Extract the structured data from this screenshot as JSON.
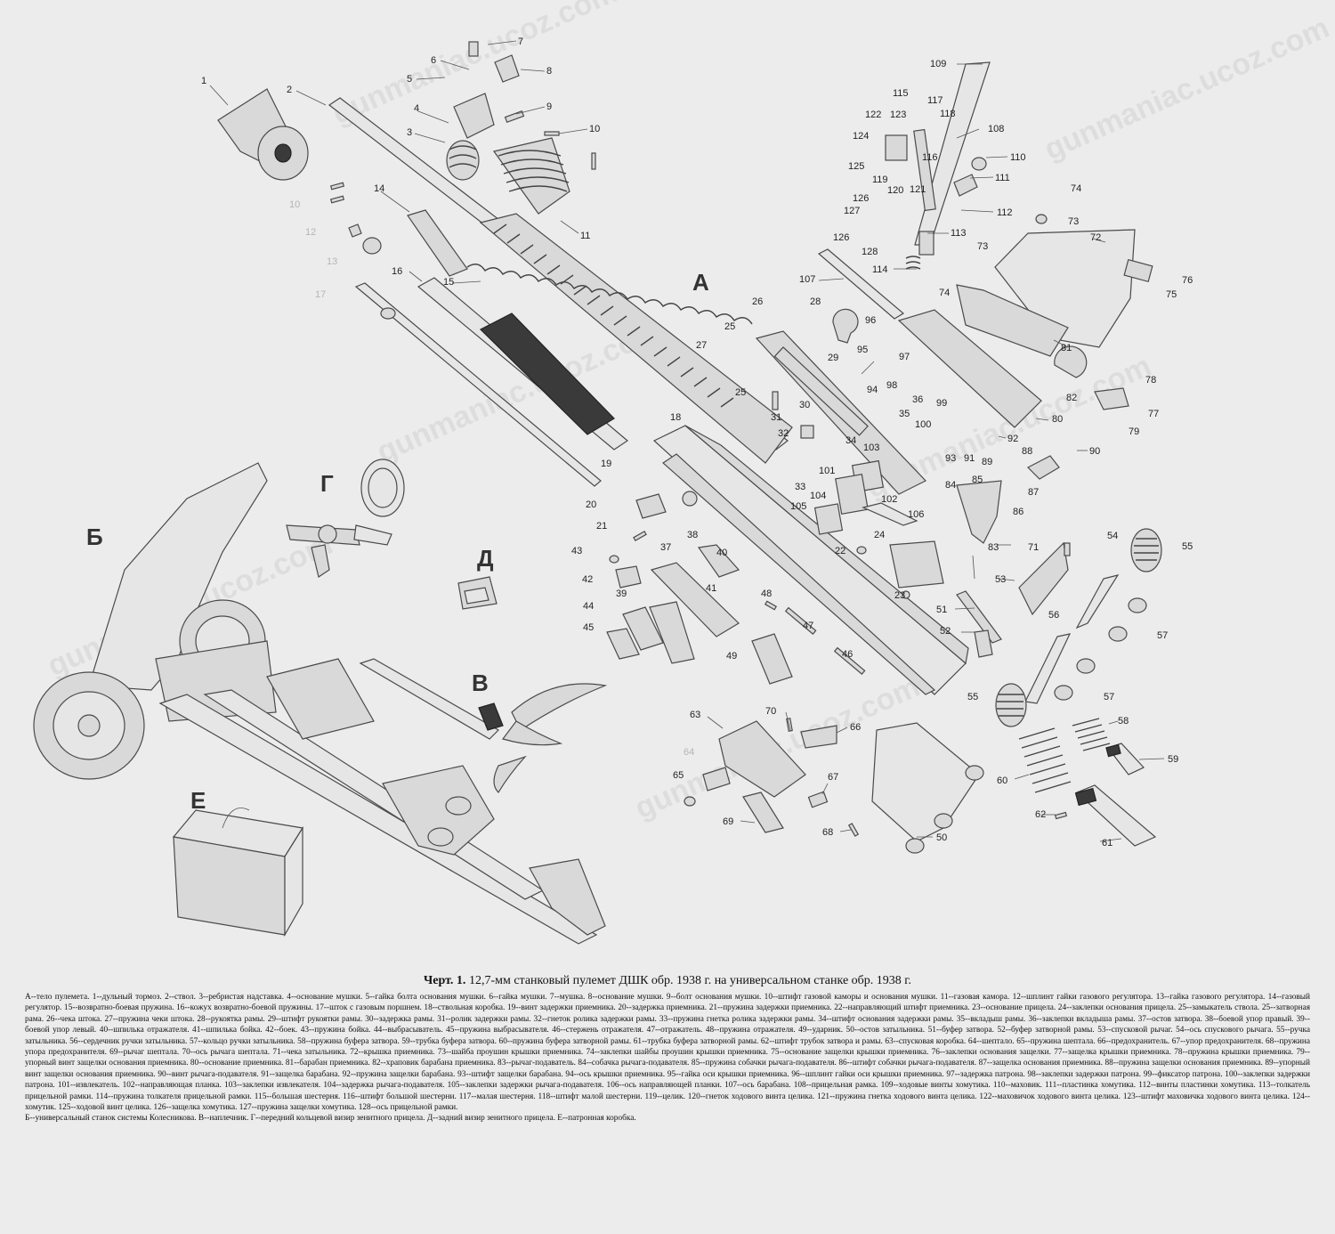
{
  "title": {
    "prefix": "Черт. 1.",
    "text": "12,7-мм станковый пулемет ДШК обр. 1938 г. на универсальном станке обр. 1938 г."
  },
  "group_letters": [
    "А",
    "Б",
    "В",
    "Г",
    "Д",
    "Е"
  ],
  "part_numbers": [
    "1",
    "2",
    "3",
    "4",
    "5",
    "6",
    "7",
    "8",
    "9",
    "10",
    "11",
    "12",
    "13",
    "14",
    "15",
    "16",
    "17",
    "18",
    "19",
    "20",
    "21",
    "22",
    "23",
    "24",
    "25",
    "26",
    "27",
    "28",
    "29",
    "30",
    "31",
    "32",
    "33",
    "34",
    "35",
    "36",
    "37",
    "38",
    "39",
    "40",
    "41",
    "42",
    "43",
    "44",
    "45",
    "46",
    "47",
    "48",
    "49",
    "50",
    "51",
    "52",
    "53",
    "54",
    "55",
    "56",
    "57",
    "58",
    "59",
    "60",
    "61",
    "62",
    "63",
    "64",
    "65",
    "66",
    "67",
    "68",
    "69",
    "70",
    "71",
    "72",
    "73",
    "74",
    "75",
    "76",
    "77",
    "78",
    "79",
    "80",
    "81",
    "82",
    "83",
    "84",
    "85",
    "86",
    "87",
    "88",
    "89",
    "90",
    "91",
    "92",
    "93",
    "94",
    "95",
    "96",
    "97",
    "98",
    "99",
    "100",
    "101",
    "102",
    "103",
    "104",
    "105",
    "106",
    "107",
    "108",
    "109",
    "110",
    "111",
    "112",
    "113",
    "114",
    "115",
    "116",
    "117",
    "118",
    "119",
    "120",
    "121",
    "122",
    "123",
    "124",
    "125",
    "126",
    "127",
    "128"
  ],
  "legend": [
    "А--тело пулемета. 1--дульный тормоз. 2--ствол. 3--ребристая надставка. 4--основание мушки. 5--гайка болта основания мушки. 6--гайка мушки. 7--мушка. 8--основание мушки. 9--болт основания мушки. 10--штифт газовой каморы и основания мушки. 11--газовая камора. 12--шплинт гайки газового регулятора. 13--гайка газового регулятора. 14--газовый регулятор. 15--возвратно-боевая пружина. 16--кожух возвратно-боевой пружины. 17--шток с газовым поршнем. 18--ствольная коробка. 19--винт задержки приемника. 20--задержка приемника. 21--пружина задержки приемника. 22--направляющий штифт приемника. 23--основание прицела. 24--заклепки основания прицела. 25--замыкатель ствола. 25--затворная рама. 26--чека штока. 27--пружина чеки штока. 28--рукоятка рамы. 29--штифт рукоятки рамы. 30--задержка рамы. 31--ролик задержки рамы. 32--гнеток ролика задержки рамы. 33--пружина гнетка ролика задержки рамы. 34--штифт основания задержки рамы. 35--вкладыш рамы. 36--заклепки вкладыша рамы. 37--остов затвора. 38--боевой упор правый. 39--боевой упор левый. 40--шпилька отражателя. 41--шпилька бойка. 42--боек. 43--пружина бойка. 44--выбрасыватель. 45--пружина выбрасывателя. 46--стержень отражателя. 47--отражатель. 48--пружина отражателя. 49--ударник. 50--остов затыльника. 51--буфер затвора. 52--буфер затворной рамы. 53--спусковой рычаг. 54--ось спускового рычага. 55--ручка затыльника. 56--сердечник ручки затыльника. 57--кольцо ручки затыльника. 58--пружина буфера затвора. 59--трубка буфера затвора. 60--пружина буфера затворной рамы. 61--трубка буфера затворной рамы. 62--штифт трубок затвора и рамы. 63--спусковая коробка. 64--шептало. 65--пружина шептала. 66--предохранитель. 67--упор предохранителя. 68--пружина упора предохранителя. 69--рычаг шептала. 70--ось рычага шептала. 71--чека затыльника. 72--крышка приемника. 73--шайба проушин крышки приемника. 74--заклепки шайбы проушин крышки приемника. 75--основание защелки крышки приемника. 76--заклепки основания защелки. 77--защелка крышки приемника. 78--пружина крышки приемника. 79--упорный винт защелки основания приемника. 80--основание приемника. 81--барабан приемника. 82--храповик барабана приемника. 83--рычаг-подаватель. 84--собачка рычага-подавателя. 85--пружина собачки рычага-подавателя. 86--штифт собачки рычага-подавателя. 87--защелка основания приемника. 88--пружина защелки основания приемника. 89--упорный винт защелки основания приемника. 90--винт рычага-подавателя. 91--защелка барабана. 92--пружина защелки барабана. 93--штифт защелки барабана. 94--ось крышки приемника. 95--гайка оси крышки приемника. 96--шплинт гайки оси крышки приемника. 97--задержка патрона. 98--заклепки задержки патрона. 99--фиксатор патрона. 100--заклепки задержки патрона. 101--извлекатель. 102--направляющая планка. 103--заклепки извлекателя. 104--задержка рычага-подавателя. 105--заклепки задержки рычага-подавателя. 106--ось направляющей планки. 107--ось барабана. 108--прицельная рамка. 109--ходовые винты хомутика. 110--маховик. 111--пластинка хомутика. 112--винты пластинки хомутика. 113--толкатель прицельной рамки. 114--пружина толкателя прицельной рамки. 115--большая шестерня. 116--штифт большой шестерни. 117--малая шестерня. 118--штифт малой шестерни. 119--целик. 120--гнеток ходового винта целика. 121--пружина гнетка ходового винта целика. 122--маховичок ходового винта целика. 123--штифт маховичка ходового винта целика. 124--хомутик. 125--ходовой винт целика. 126--защелка хомутика. 127--пружина защелки хомутика. 128--ось прицельной рамки.",
    "Б--универсальный станок системы Колесникова. В--наплечник. Г--передний кольцевой визир зенитного прицела. Д--задний визир зенитного прицела. Е--патронная коробка."
  ],
  "colors": {
    "background": "#ececec",
    "line": "#4a4a4a",
    "part_fill": "#d9d9d9",
    "text": "#111111"
  }
}
